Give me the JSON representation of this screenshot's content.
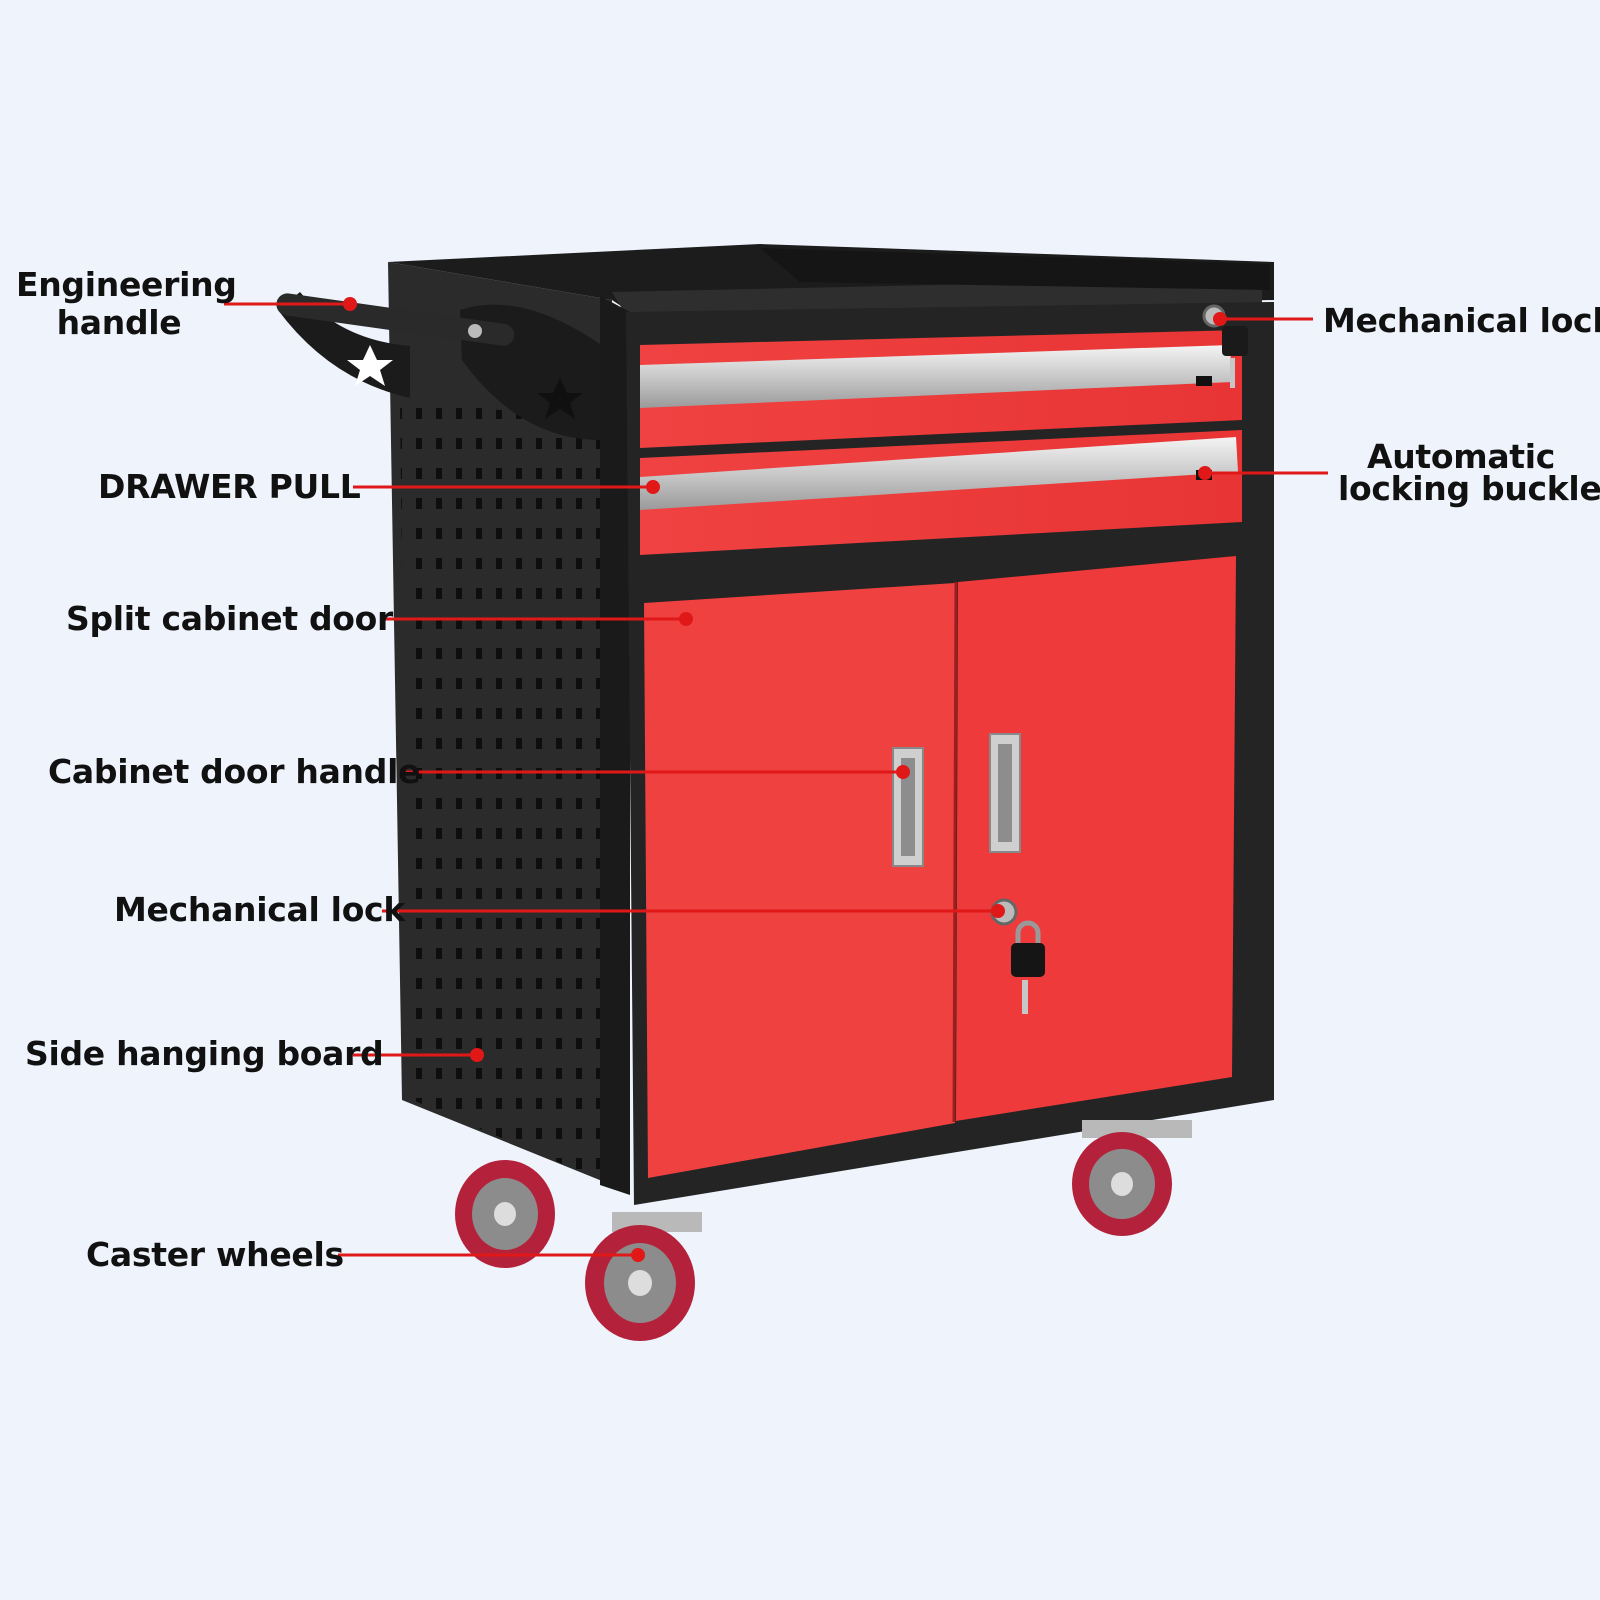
{
  "colors": {
    "background": "#eef3fc",
    "cabinet_red": "#ef3b3a",
    "cabinet_black": "#222222",
    "callout_red": "#e01818",
    "label_text": "#111111"
  },
  "product": {
    "name": "tool cabinet trolley",
    "features": [
      "drawers",
      "split doors",
      "pegboard side",
      "caster wheels"
    ]
  },
  "labels": {
    "engineering_handle": {
      "line1": "Engineering",
      "line2": "handle"
    },
    "drawer_pull": "DRAWER PULL",
    "split_cabinet_door": "Split cabinet door",
    "cabinet_door_handle": "Cabinet door handle",
    "mechanical_lock_door": "Mechanical lock",
    "side_hanging_board": "Side hanging board",
    "caster_wheels": "Caster wheels",
    "mechanical_lock_top": "Mechanical lock",
    "automatic_locking_buckle": {
      "line1": "Automatic",
      "line2": "locking buckle"
    }
  }
}
